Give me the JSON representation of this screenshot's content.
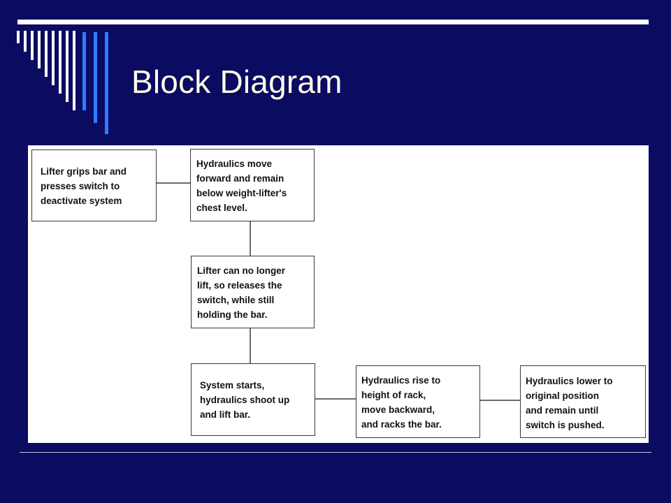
{
  "slide": {
    "title": "Block Diagram"
  },
  "colors": {
    "background": "#0b0b62",
    "accent_stripe": "#2f7dff",
    "stripe_light": "#ffffff",
    "panel": "#ffffff",
    "title_text": "#fffde8"
  },
  "diagram": {
    "nodes": [
      {
        "id": "grip",
        "text": "Lifter grips bar and\npresses switch to\ndeactivate system"
      },
      {
        "id": "hyd-forward",
        "text": "Hydraulics move\nforward and remain\nbelow weight-lifter's\nchest level."
      },
      {
        "id": "release",
        "text": "Lifter can no longer\nlift, so releases the\nswitch, while still\nholding the bar."
      },
      {
        "id": "system-start",
        "text": "System starts,\nhydraulics shoot up\nand lift bar."
      },
      {
        "id": "hyd-rise",
        "text": "Hydraulics rise to\nheight of rack,\nmove   backward,\nand racks the bar."
      },
      {
        "id": "hyd-lower",
        "text": "Hydraulics lower to\noriginal position\nand remain until\nswitch is pushed."
      }
    ],
    "edges": [
      [
        "grip",
        "hyd-forward"
      ],
      [
        "hyd-forward",
        "release"
      ],
      [
        "release",
        "system-start"
      ],
      [
        "system-start",
        "hyd-rise"
      ],
      [
        "hyd-rise",
        "hyd-lower"
      ]
    ]
  }
}
